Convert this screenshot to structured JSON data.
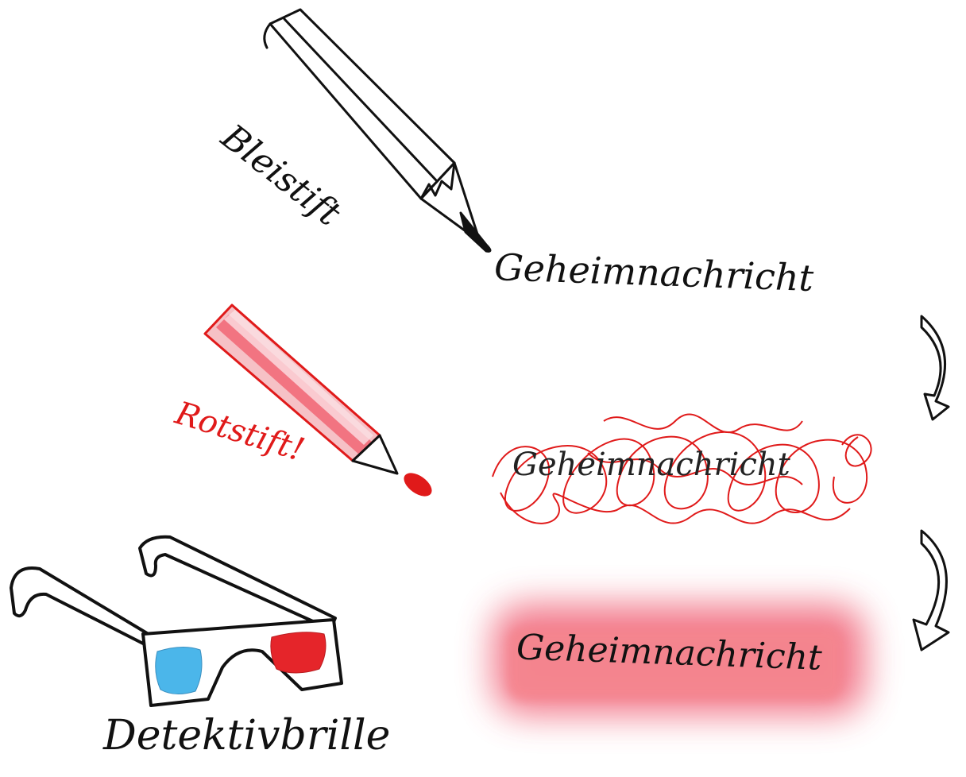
{
  "labels": {
    "pencil": "Bleistift",
    "red_pencil": "Rotstift!",
    "glasses": "Detektivbrille"
  },
  "steps": [
    {
      "text": "Geheimnachricht",
      "state": "written in pencil"
    },
    {
      "text": "Geheimnachricht",
      "state": "scribbled over in red"
    },
    {
      "text": "Geheimnachricht",
      "state": "viewed through red filter"
    }
  ],
  "colors": {
    "ink": "#111111",
    "red": "#e01a1a",
    "red_fill": "#f26d7d",
    "cyan_lens": "#4bb6ea",
    "red_lens": "#e5252a",
    "blur_red": "#f06478"
  },
  "icons": [
    "pencil-icon",
    "red-pencil-icon",
    "arrow-down-icon",
    "3d-glasses-icon"
  ]
}
